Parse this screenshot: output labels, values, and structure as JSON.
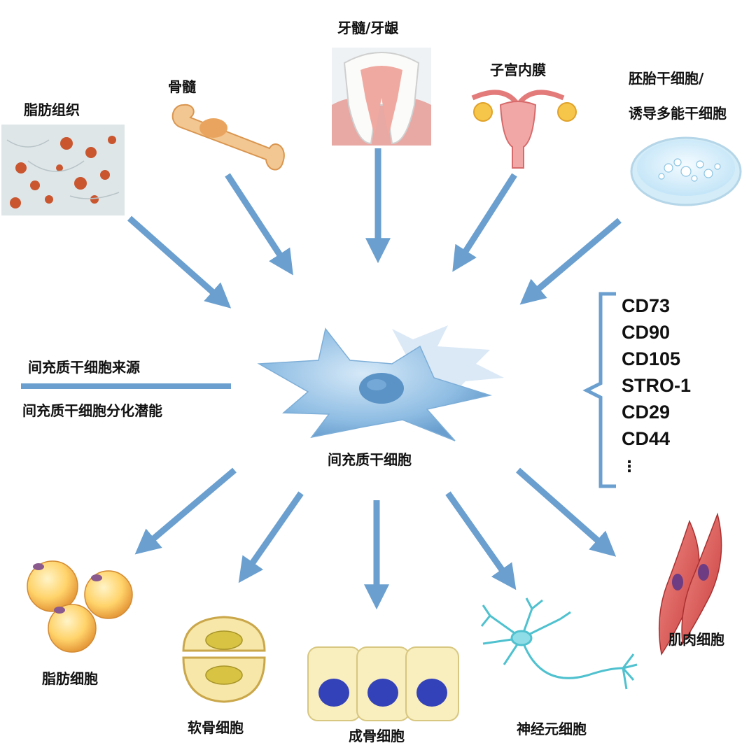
{
  "sources": {
    "adipose_tissue": "脂肪组织",
    "bone_marrow": "骨髓",
    "dental": "牙髓/牙龈",
    "endometrium": "子宫内膜",
    "embryonic_line1": "胚胎干细胞/",
    "embryonic_line2": "诱导多能干细胞"
  },
  "legend": {
    "source_label": "间充质干细胞来源",
    "potential_label": "间充质干细胞分化潜能"
  },
  "center_label": "间充质干细胞",
  "markers": [
    "CD73",
    "CD90",
    "CD105",
    "STRO-1",
    "CD29",
    "CD44",
    "⋮"
  ],
  "differentiation": {
    "adipocyte": "脂肪细胞",
    "chondrocyte": "软骨细胞",
    "osteoblast": "成骨细胞",
    "neuron": "神经元细胞",
    "muscle": "肌肉细胞"
  },
  "colors": {
    "arrow": "#6a9fcf",
    "cell": "#9cc4e6",
    "text": "#111111"
  }
}
